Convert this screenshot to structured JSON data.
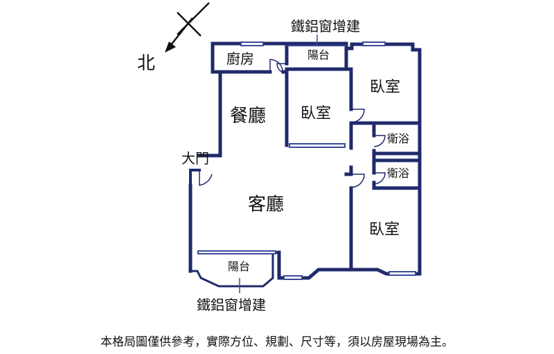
{
  "compass": {
    "label": "北",
    "icon": "north-arrow-icon"
  },
  "rooms": {
    "kitchen": "廚房",
    "balcony_top": "陽台",
    "bedroom_top_right": "臥室",
    "dining": "餐廳",
    "bedroom_middle": "臥室",
    "bathroom_1": "衛浴",
    "bathroom_2": "衛浴",
    "entrance": "大門",
    "living": "客廳",
    "bedroom_bottom_right": "臥室",
    "balcony_bottom": "陽台"
  },
  "annotations": {
    "window_top": "鐵鋁窗增建",
    "window_bottom": "鐵鋁窗增建"
  },
  "disclaimer": "本格局圖僅供參考，實際方位、規劃、尺寸等，須以房屋現場為主。",
  "colors": {
    "wall": "#1f2a6b",
    "window": "#3a4a9a",
    "text": "#111111"
  }
}
